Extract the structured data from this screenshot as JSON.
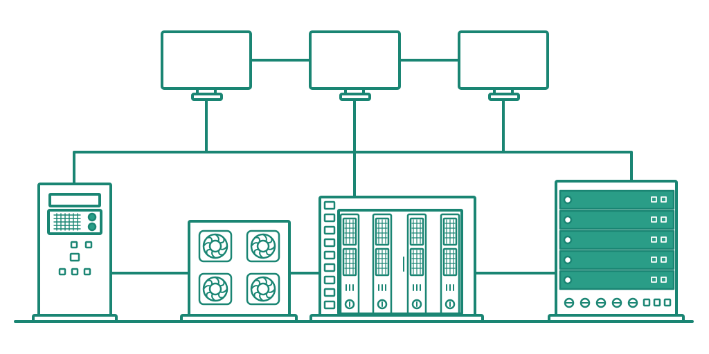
{
  "colors": {
    "stroke": "#1a8573",
    "fill_accent": "#2a9d87",
    "background": "#ffffff",
    "panel_fill": "#ffffff"
  },
  "devices": {
    "monitors": [
      "monitor-left",
      "monitor-center",
      "monitor-right"
    ],
    "racks": [
      "tower-pc",
      "fan-unit",
      "drive-bay-nas",
      "rack-server"
    ]
  },
  "rack_server": {
    "slots": 5
  },
  "nas": {
    "drive_trays": 4
  }
}
